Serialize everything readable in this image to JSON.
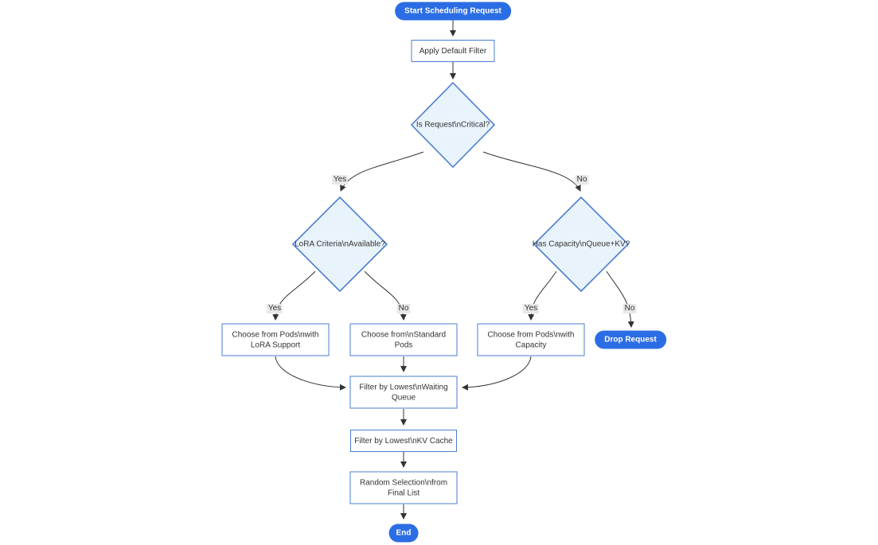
{
  "diagram": {
    "type": "flowchart",
    "direction": "top-down"
  },
  "colors": {
    "node_primary": "#2b6de4",
    "node_primary_text": "#ffffff",
    "decision_fill": "#e9f3fc",
    "decision_border": "#4a7ed0",
    "process_fill": "#ffffff",
    "process_border": "#4a7ed0",
    "edge": "#333333",
    "edge_label_bg": "#e8e8e8",
    "text": "#333333"
  },
  "nodes": {
    "start": {
      "shape": "stadium",
      "lines": [
        "Start Scheduling Request"
      ]
    },
    "apply_filter": {
      "shape": "rect",
      "lines": [
        "Apply Default Filter"
      ]
    },
    "is_critical": {
      "shape": "diamond",
      "lines": [
        "Is Request\\nCritical?"
      ]
    },
    "lora_criteria": {
      "shape": "diamond",
      "lines": [
        "LoRA Criteria\\nAvailable?"
      ]
    },
    "has_capacity": {
      "shape": "diamond",
      "lines": [
        "Has Capacity\\nQueue+KV?"
      ]
    },
    "choose_lora": {
      "shape": "rect",
      "lines": [
        "Choose from Pods\\nwith",
        "LoRA Support"
      ]
    },
    "choose_standard": {
      "shape": "rect",
      "lines": [
        "Choose from\\nStandard",
        "Pods"
      ]
    },
    "choose_capacity": {
      "shape": "rect",
      "lines": [
        "Choose from Pods\\nwith",
        "Capacity"
      ]
    },
    "drop_request": {
      "shape": "stadium",
      "lines": [
        "Drop Request"
      ]
    },
    "filter_waiting": {
      "shape": "rect",
      "lines": [
        "Filter by Lowest\\nWaiting",
        "Queue"
      ]
    },
    "filter_kv": {
      "shape": "rect",
      "lines": [
        "Filter by Lowest\\nKV Cache"
      ]
    },
    "random_selection": {
      "shape": "rect",
      "lines": [
        "Random Selection\\nfrom",
        "Final List"
      ]
    },
    "end": {
      "shape": "stadium",
      "lines": [
        "End"
      ]
    }
  },
  "edges": {
    "start_apply": {
      "from": "start",
      "to": "apply_filter",
      "label": ""
    },
    "apply_critical": {
      "from": "apply_filter",
      "to": "is_critical",
      "label": ""
    },
    "critical_yes": {
      "from": "is_critical",
      "to": "lora_criteria",
      "label": "Yes"
    },
    "critical_no": {
      "from": "is_critical",
      "to": "has_capacity",
      "label": "No"
    },
    "lora_yes": {
      "from": "lora_criteria",
      "to": "choose_lora",
      "label": "Yes"
    },
    "lora_no": {
      "from": "lora_criteria",
      "to": "choose_standard",
      "label": "No"
    },
    "capacity_yes": {
      "from": "has_capacity",
      "to": "choose_capacity",
      "label": "Yes"
    },
    "capacity_no": {
      "from": "has_capacity",
      "to": "drop_request",
      "label": "No"
    },
    "lora_to_filter": {
      "from": "choose_lora",
      "to": "filter_waiting",
      "label": ""
    },
    "standard_to_filter": {
      "from": "choose_standard",
      "to": "filter_waiting",
      "label": ""
    },
    "capacity_to_filter": {
      "from": "choose_capacity",
      "to": "filter_waiting",
      "label": ""
    },
    "waiting_to_kv": {
      "from": "filter_waiting",
      "to": "filter_kv",
      "label": ""
    },
    "kv_to_random": {
      "from": "filter_kv",
      "to": "random_selection",
      "label": ""
    },
    "random_to_end": {
      "from": "random_selection",
      "to": "end",
      "label": ""
    }
  }
}
